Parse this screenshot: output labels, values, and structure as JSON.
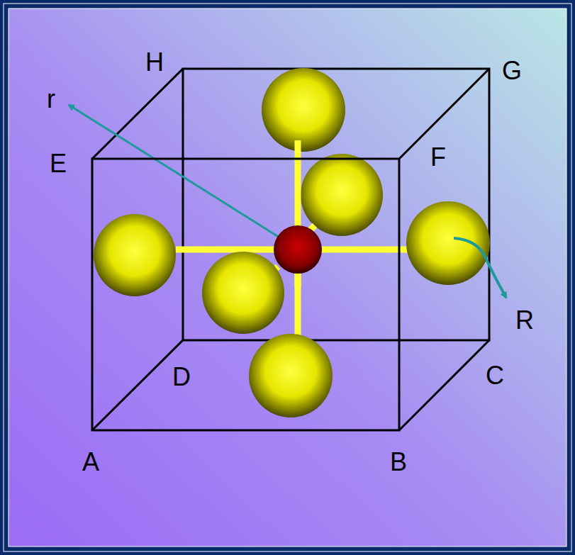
{
  "diagram": {
    "labels": [
      "H",
      "G",
      "r",
      "E",
      "F",
      "R",
      "D",
      "C",
      "A",
      "B"
    ]
  }
}
